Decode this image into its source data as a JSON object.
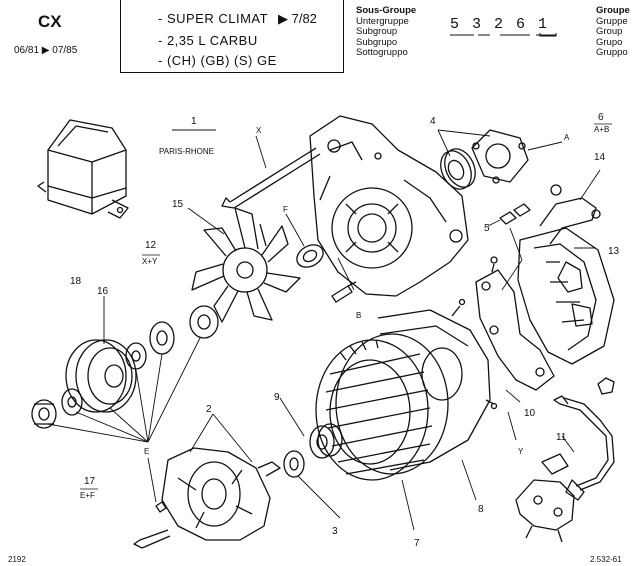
{
  "header": {
    "model": "CX",
    "date_range": "06/81 ▶ 07/85",
    "line1": "- SUPER CLIMAT",
    "line1_date": "▶ 7/82",
    "line2": "- 2,35 L CARBU",
    "line3": "- (CH) (GB) (S) GE",
    "sous_groupe_labels": [
      "Sous-Groupe",
      "Untergruppe",
      "Subgroup",
      "Subgrupo",
      "Sottogruppo"
    ],
    "group_number": "5 3 2   6 1",
    "groupe_labels": [
      "Groupe",
      "Gruppe",
      "Group",
      "Grupo",
      "Gruppo"
    ]
  },
  "callouts": {
    "c1": "1",
    "brand": "PARIS-RHONE",
    "x_letter": "X",
    "c2": "2",
    "c3": "3",
    "c4": "4",
    "c5": "5",
    "c6": "6",
    "c6_sub": "A+B",
    "c7": "7",
    "c8": "8",
    "c9": "9",
    "c10": "10",
    "c11": "11",
    "c12": "12",
    "c12_sub": "X+Y",
    "c13": "13",
    "c14": "14",
    "c15": "15",
    "c16": "16",
    "c17": "17",
    "c17_sub": "E+F",
    "c18": "18",
    "a_letter": "A",
    "b_letter": "B",
    "e_letter": "E",
    "f_letter": "F",
    "y_letter": "Y"
  },
  "footer": {
    "left_code": "2192",
    "right_code": "2.532-61"
  }
}
